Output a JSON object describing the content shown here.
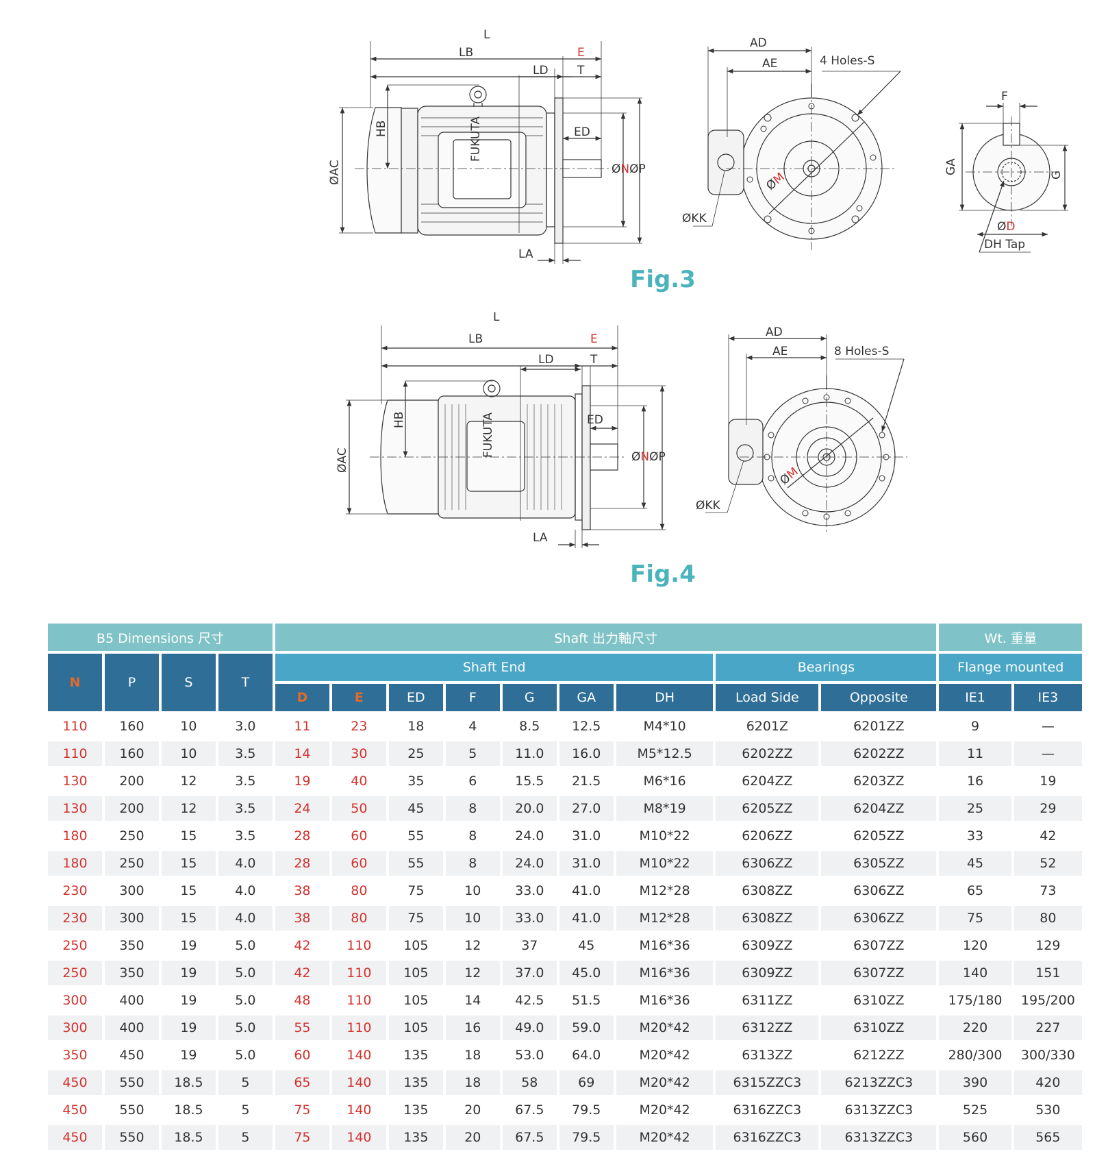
{
  "figures": [
    {
      "caption": "Fig.3",
      "labels": {
        "L": "L",
        "LB": "LB",
        "E": "E",
        "LD": "LD",
        "T": "T",
        "HB": "HB",
        "AC": "ØAC",
        "ED": "ED",
        "N_prefix": "Ø",
        "N": "N",
        "P": "ØP",
        "LA": "LA",
        "AD": "AD",
        "AE": "AE",
        "holes": "4 Holes-S",
        "M_prefix": "Ø",
        "M": "M",
        "KK": "ØKK",
        "F": "F",
        "GA": "GA",
        "G": "G",
        "D_prefix": "Ø",
        "D": "D",
        "DH": "DH Tap",
        "brand": "FUKUTA"
      }
    },
    {
      "caption": "Fig.4",
      "labels": {
        "L": "L",
        "LB": "LB",
        "E": "E",
        "LD": "LD",
        "T": "T",
        "HB": "HB",
        "AC": "ØAC",
        "ED": "ED",
        "N_prefix": "Ø",
        "N": "N",
        "P": "ØP",
        "LA": "LA",
        "AD": "AD",
        "AE": "AE",
        "holes": "8 Holes-S",
        "M_prefix": "Ø",
        "M": "M",
        "KK": "ØKK",
        "brand": "FUKUTA"
      }
    }
  ],
  "table": {
    "group_headers": {
      "b5": "B5 Dimensions 尺寸",
      "shaft": "Shaft 出力軸尺寸",
      "wt": "Wt. 重量"
    },
    "sub_headers": {
      "shaft_end": "Shaft End",
      "bearings": "Bearings",
      "flange": "Flange mounted"
    },
    "columns": [
      "N",
      "P",
      "S",
      "T",
      "D",
      "E",
      "ED",
      "F",
      "G",
      "GA",
      "DH",
      "Load Side",
      "Opposite",
      "IE1",
      "IE3"
    ],
    "highlight_columns": [
      "N",
      "D",
      "E"
    ],
    "rows": [
      [
        "110",
        "160",
        "10",
        "3.0",
        "11",
        "23",
        "18",
        "4",
        "8.5",
        "12.5",
        "M4*10",
        "6201Z",
        "6201ZZ",
        "9",
        "—"
      ],
      [
        "110",
        "160",
        "10",
        "3.5",
        "14",
        "30",
        "25",
        "5",
        "11.0",
        "16.0",
        "M5*12.5",
        "6202ZZ",
        "6202ZZ",
        "11",
        "—"
      ],
      [
        "130",
        "200",
        "12",
        "3.5",
        "19",
        "40",
        "35",
        "6",
        "15.5",
        "21.5",
        "M6*16",
        "6204ZZ",
        "6203ZZ",
        "16",
        "19"
      ],
      [
        "130",
        "200",
        "12",
        "3.5",
        "24",
        "50",
        "45",
        "8",
        "20.0",
        "27.0",
        "M8*19",
        "6205ZZ",
        "6204ZZ",
        "25",
        "29"
      ],
      [
        "180",
        "250",
        "15",
        "3.5",
        "28",
        "60",
        "55",
        "8",
        "24.0",
        "31.0",
        "M10*22",
        "6206ZZ",
        "6205ZZ",
        "33",
        "42"
      ],
      [
        "180",
        "250",
        "15",
        "4.0",
        "28",
        "60",
        "55",
        "8",
        "24.0",
        "31.0",
        "M10*22",
        "6306ZZ",
        "6305ZZ",
        "45",
        "52"
      ],
      [
        "230",
        "300",
        "15",
        "4.0",
        "38",
        "80",
        "75",
        "10",
        "33.0",
        "41.0",
        "M12*28",
        "6308ZZ",
        "6306ZZ",
        "65",
        "73"
      ],
      [
        "230",
        "300",
        "15",
        "4.0",
        "38",
        "80",
        "75",
        "10",
        "33.0",
        "41.0",
        "M12*28",
        "6308ZZ",
        "6306ZZ",
        "75",
        "80"
      ],
      [
        "250",
        "350",
        "19",
        "5.0",
        "42",
        "110",
        "105",
        "12",
        "37",
        "45",
        "M16*36",
        "6309ZZ",
        "6307ZZ",
        "120",
        "129"
      ],
      [
        "250",
        "350",
        "19",
        "5.0",
        "42",
        "110",
        "105",
        "12",
        "37.0",
        "45.0",
        "M16*36",
        "6309ZZ",
        "6307ZZ",
        "140",
        "151"
      ],
      [
        "300",
        "400",
        "19",
        "5.0",
        "48",
        "110",
        "105",
        "14",
        "42.5",
        "51.5",
        "M16*36",
        "6311ZZ",
        "6310ZZ",
        "175/180",
        "195/200"
      ],
      [
        "300",
        "400",
        "19",
        "5.0",
        "55",
        "110",
        "105",
        "16",
        "49.0",
        "59.0",
        "M20*42",
        "6312ZZ",
        "6310ZZ",
        "220",
        "227"
      ],
      [
        "350",
        "450",
        "19",
        "5.0",
        "60",
        "140",
        "135",
        "18",
        "53.0",
        "64.0",
        "M20*42",
        "6313ZZ",
        "6212ZZ",
        "280/300",
        "300/330"
      ],
      [
        "450",
        "550",
        "18.5",
        "5",
        "65",
        "140",
        "135",
        "18",
        "58",
        "69",
        "M20*42",
        "6315ZZC3",
        "6213ZZC3",
        "390",
        "420"
      ],
      [
        "450",
        "550",
        "18.5",
        "5",
        "75",
        "140",
        "135",
        "20",
        "67.5",
        "79.5",
        "M20*42",
        "6316ZZC3",
        "6313ZZC3",
        "525",
        "530"
      ],
      [
        "450",
        "550",
        "18.5",
        "5",
        "75",
        "140",
        "135",
        "20",
        "67.5",
        "79.5",
        "M20*42",
        "6316ZZC3",
        "6313ZZC3",
        "560",
        "565"
      ]
    ]
  }
}
